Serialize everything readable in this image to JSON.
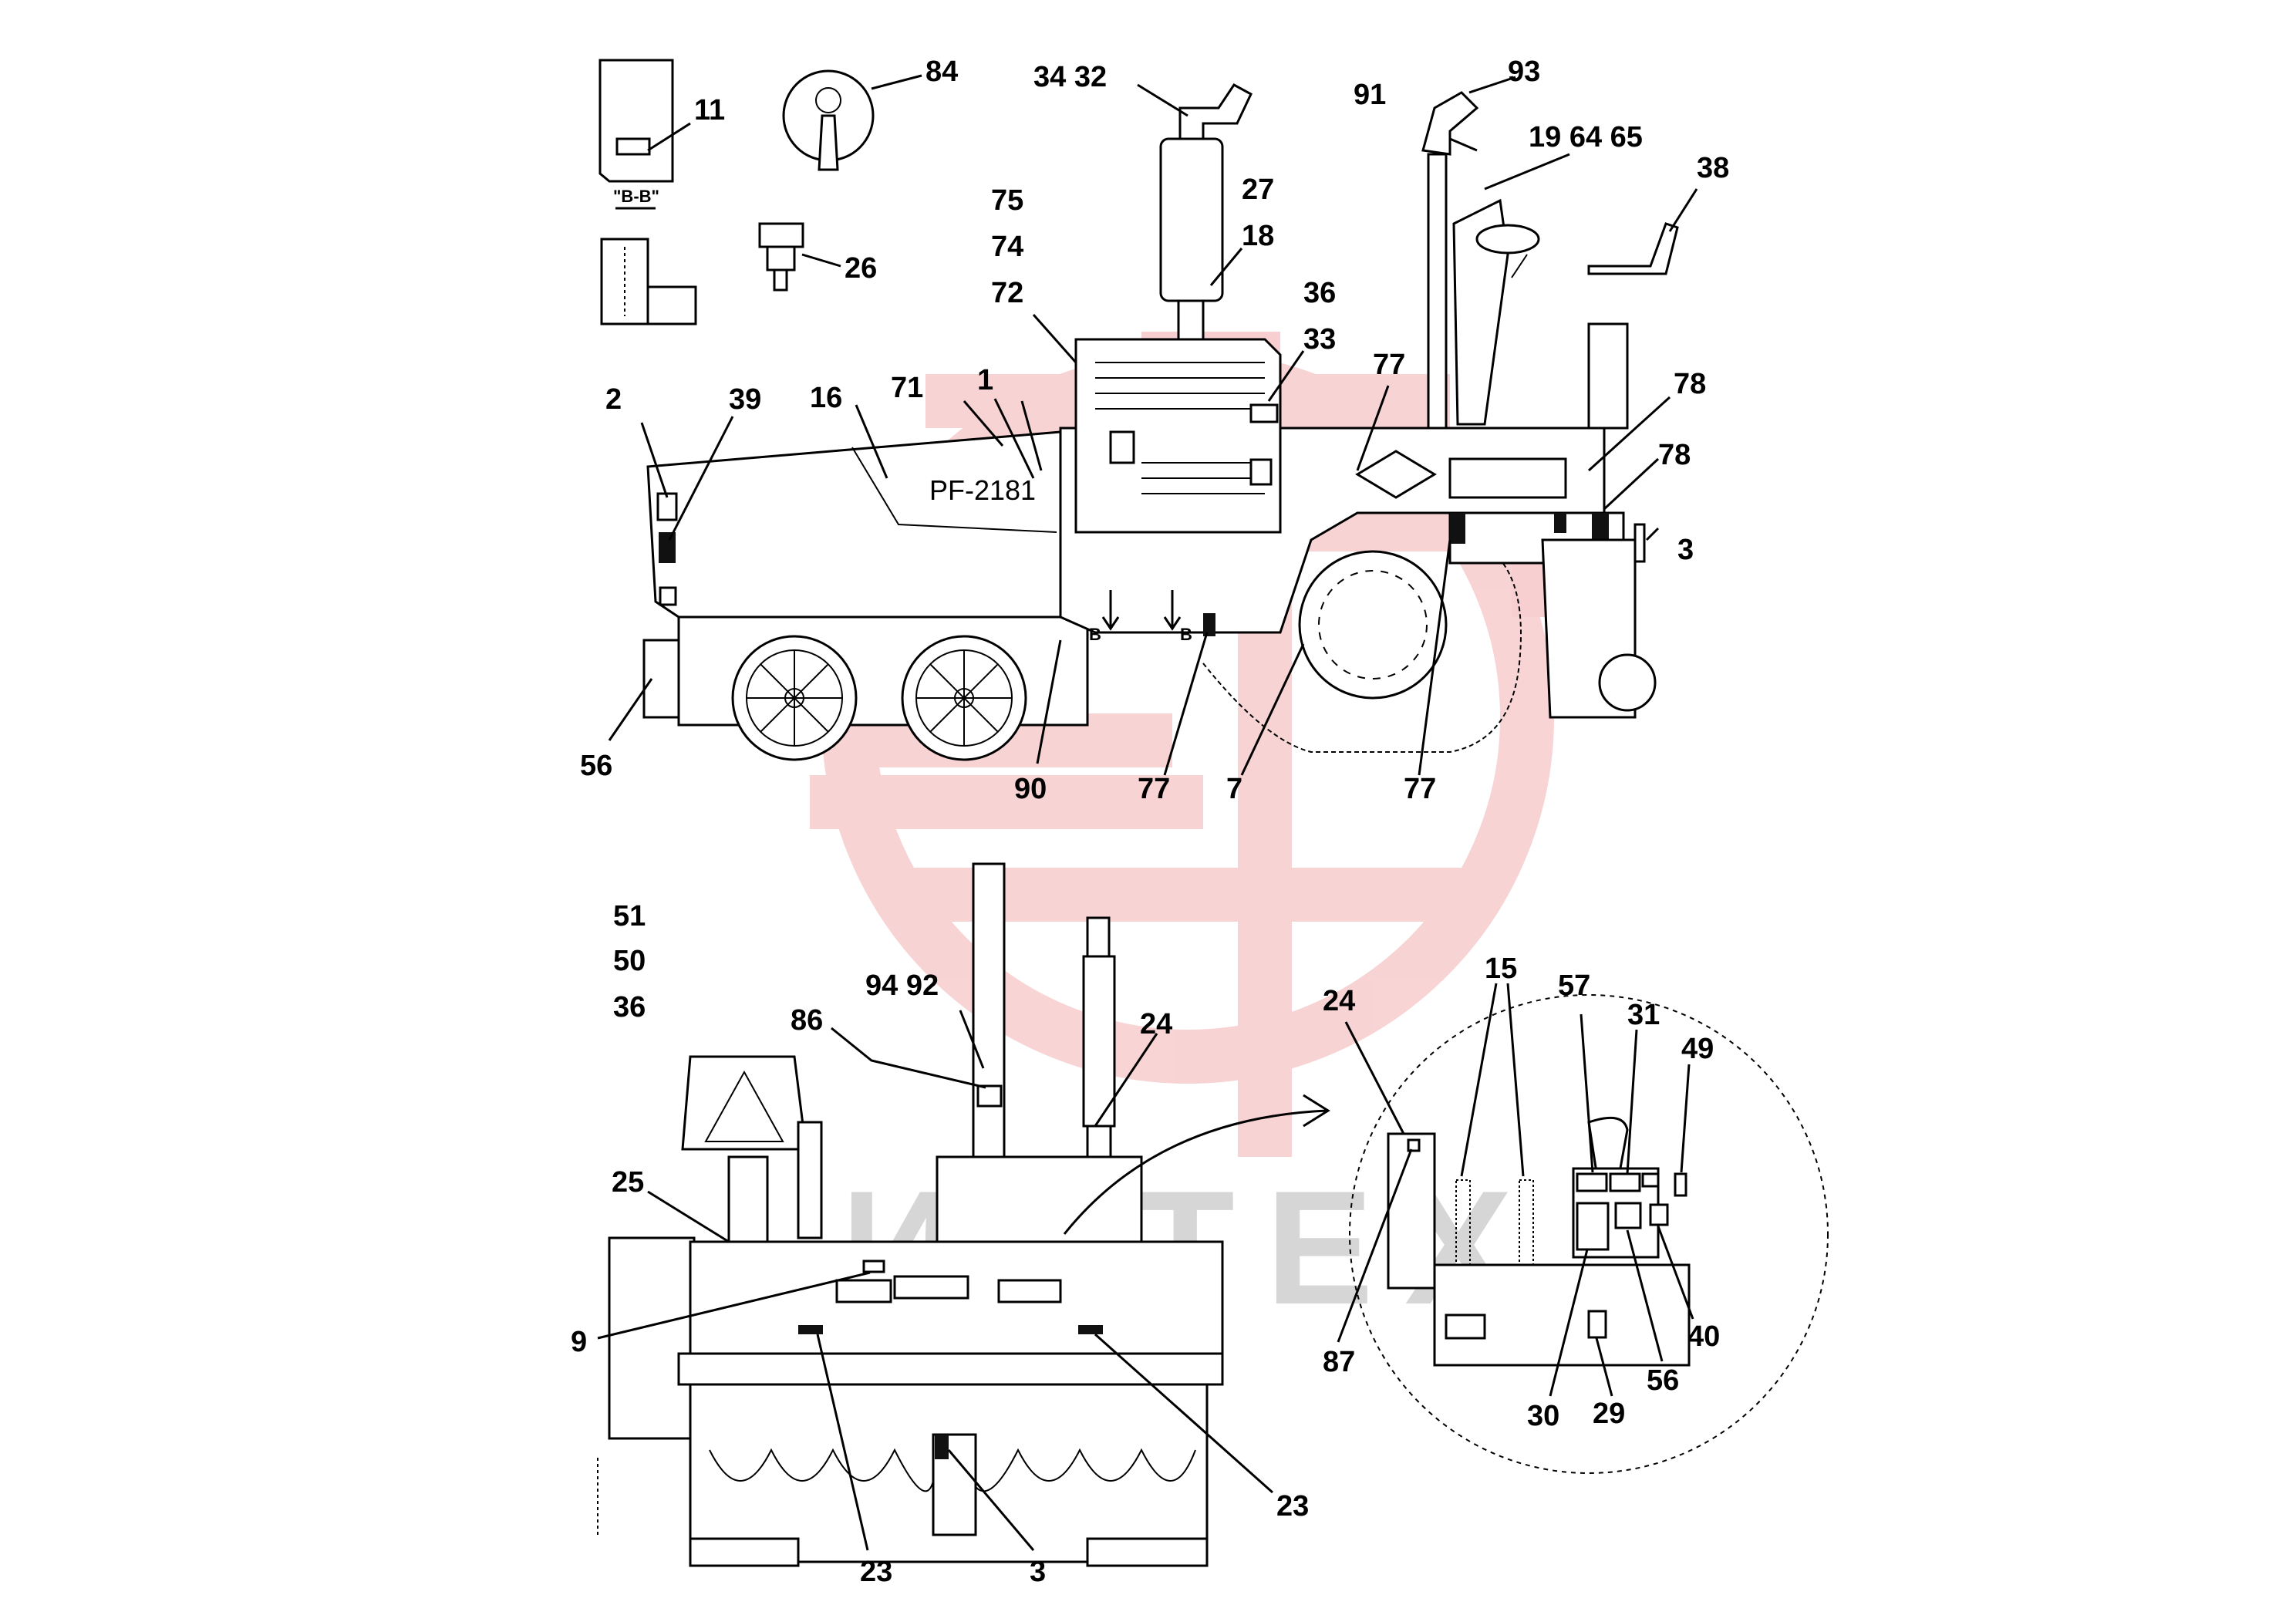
{
  "watermark": {
    "text": "ИНТЕХ",
    "logo_color": "#f7cfd0",
    "text_color": "#d6d6d6"
  },
  "side_view": {
    "model_text": "PF-2181",
    "section_tag": "\"B-B\"",
    "section_marker": "B",
    "callouts": {
      "c11": "11",
      "c84": "84",
      "c26": "26",
      "c3432": "34 32",
      "c27": "27",
      "c18": "18",
      "c75": "75",
      "c74": "74",
      "c72": "72",
      "c36": "36",
      "c33": "33",
      "c91": "91",
      "c93": "93",
      "c196465": "19 64 65",
      "c38": "38",
      "c2": "2",
      "c39": "39",
      "c16": "16",
      "c71": "71",
      "c1": "1",
      "c77top": "77",
      "c78a": "78",
      "c78b": "78",
      "c3": "3",
      "c56": "56",
      "c90": "90",
      "c77a": "77",
      "c7": "7",
      "c77b": "77"
    }
  },
  "front_view": {
    "callouts": {
      "c51": "51",
      "c50": "50",
      "c36": "36",
      "c9492": "94 92",
      "c86": "86",
      "c24": "24",
      "c25": "25",
      "c9": "9",
      "c23a": "23",
      "c3": "3",
      "c23b": "23"
    }
  },
  "detail_view": {
    "callouts": {
      "c24": "24",
      "c15": "15",
      "c57": "57",
      "c31": "31",
      "c49": "49",
      "c87": "87",
      "c40": "40",
      "c56": "56",
      "c30": "30",
      "c29": "29"
    }
  }
}
